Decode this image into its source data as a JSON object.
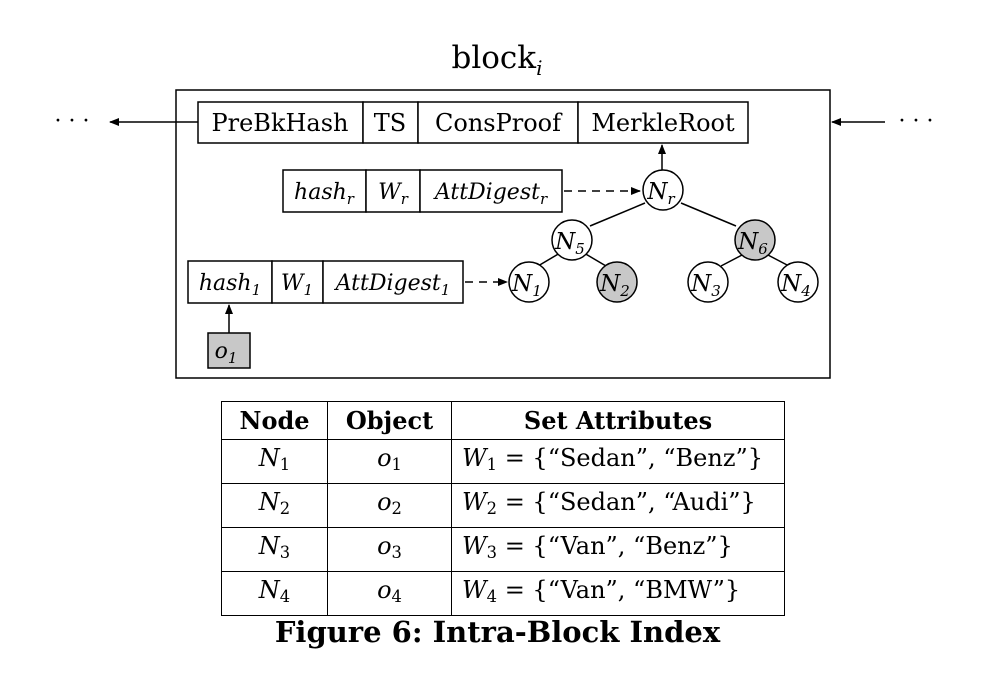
{
  "block_title": {
    "base": "block",
    "sub": "i"
  },
  "header_fields": [
    "PreBkHash",
    "TS",
    "ConsProof",
    "MerkleRoot"
  ],
  "ellipsis": "· · ·",
  "record_r": {
    "hash": "hash",
    "hash_sub": "r",
    "w": "W",
    "w_sub": "r",
    "digest": "AttDigest",
    "digest_sub": "r"
  },
  "record_1": {
    "hash": "hash",
    "hash_sub": "1",
    "w": "W",
    "w_sub": "1",
    "digest": "AttDigest",
    "digest_sub": "1"
  },
  "object_box": {
    "label": "o",
    "sub": "1"
  },
  "nodes": [
    {
      "id": "Nr",
      "label": "N",
      "sub": "r",
      "shaded": false
    },
    {
      "id": "N5",
      "label": "N",
      "sub": "5",
      "shaded": false
    },
    {
      "id": "N6",
      "label": "N",
      "sub": "6",
      "shaded": true
    },
    {
      "id": "N1",
      "label": "N",
      "sub": "1",
      "shaded": false
    },
    {
      "id": "N2",
      "label": "N",
      "sub": "2",
      "shaded": true
    },
    {
      "id": "N3",
      "label": "N",
      "sub": "3",
      "shaded": false
    },
    {
      "id": "N4",
      "label": "N",
      "sub": "4",
      "shaded": false
    }
  ],
  "table": {
    "headers": [
      "Node",
      "Object",
      "Set Attributes"
    ],
    "rows": [
      {
        "node": "N",
        "node_sub": "1",
        "object": "o",
        "object_sub": "1",
        "w": "W",
        "w_sub": "1",
        "attrs": " = {“Sedan”, “Benz”}"
      },
      {
        "node": "N",
        "node_sub": "2",
        "object": "o",
        "object_sub": "2",
        "w": "W",
        "w_sub": "2",
        "attrs": " = {“Sedan”, “Audi”}"
      },
      {
        "node": "N",
        "node_sub": "3",
        "object": "o",
        "object_sub": "3",
        "w": "W",
        "w_sub": "3",
        "attrs": " = {“Van”, “Benz”}"
      },
      {
        "node": "N",
        "node_sub": "4",
        "object": "o",
        "object_sub": "4",
        "w": "W",
        "w_sub": "4",
        "attrs": " = {“Van”, “BMW”}"
      }
    ]
  },
  "caption": "Figure 6: Intra-Block Index",
  "colors": {
    "shaded_node": "#c8c8c8",
    "object_box": "#c8c8c8",
    "line": "#000000"
  }
}
